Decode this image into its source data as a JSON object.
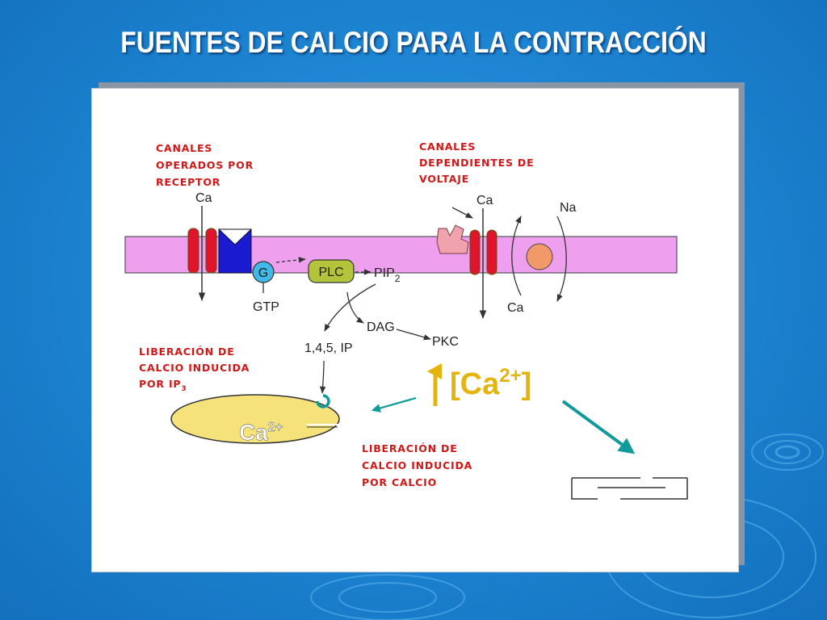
{
  "title": "FUENTES DE CALCIO PARA LA CONTRACCIÓN",
  "labels": {
    "roc_line1": "CANALES",
    "roc_line2": "OPERADOS POR",
    "roc_line3": "RECEPTOR",
    "vdc_line1": "CANALES",
    "vdc_line2": "DEPENDIENTES DE",
    "vdc_line3": "VOLTAJE",
    "iicr_line1": "LIBERACIÓN DE",
    "iicr_line2": "CALCIO INDUCIDA",
    "iicr_line3": "POR IP",
    "iicr_sub": "3",
    "cicr_line1": "LIBERACIÓN DE",
    "cicr_line2": "CALCIO INDUCIDA",
    "cicr_line3": "POR CALCIO"
  },
  "molecules": {
    "ca_left": "Ca",
    "ca_vdc": "Ca",
    "na": "Na",
    "ca_exchanger": "Ca",
    "g": "G",
    "gtp": "GTP",
    "plc": "PLC",
    "pip": "PIP",
    "pip_sub": "2",
    "dag": "DAG",
    "pkc": "PKC",
    "ip3": "1,4,5, IP",
    "ca_sr": "Ca",
    "ca_sr_sup": "2+",
    "ca_conc_open": "[Ca",
    "ca_conc_sup": "2+",
    "ca_conc_close": "]"
  },
  "colors": {
    "background": "#1e86d4",
    "membrane": "#eea0ee",
    "channel": "#e0142a",
    "receptor": "#1a1ad0",
    "g_protein": "#40b8e8",
    "plc": "#b4c43a",
    "exchanger": "#f2996a",
    "sr": "#f5e27a",
    "label_red": "#d01818",
    "ca_concentration": "#e4b40c",
    "teal_arrow": "#119a9a"
  }
}
